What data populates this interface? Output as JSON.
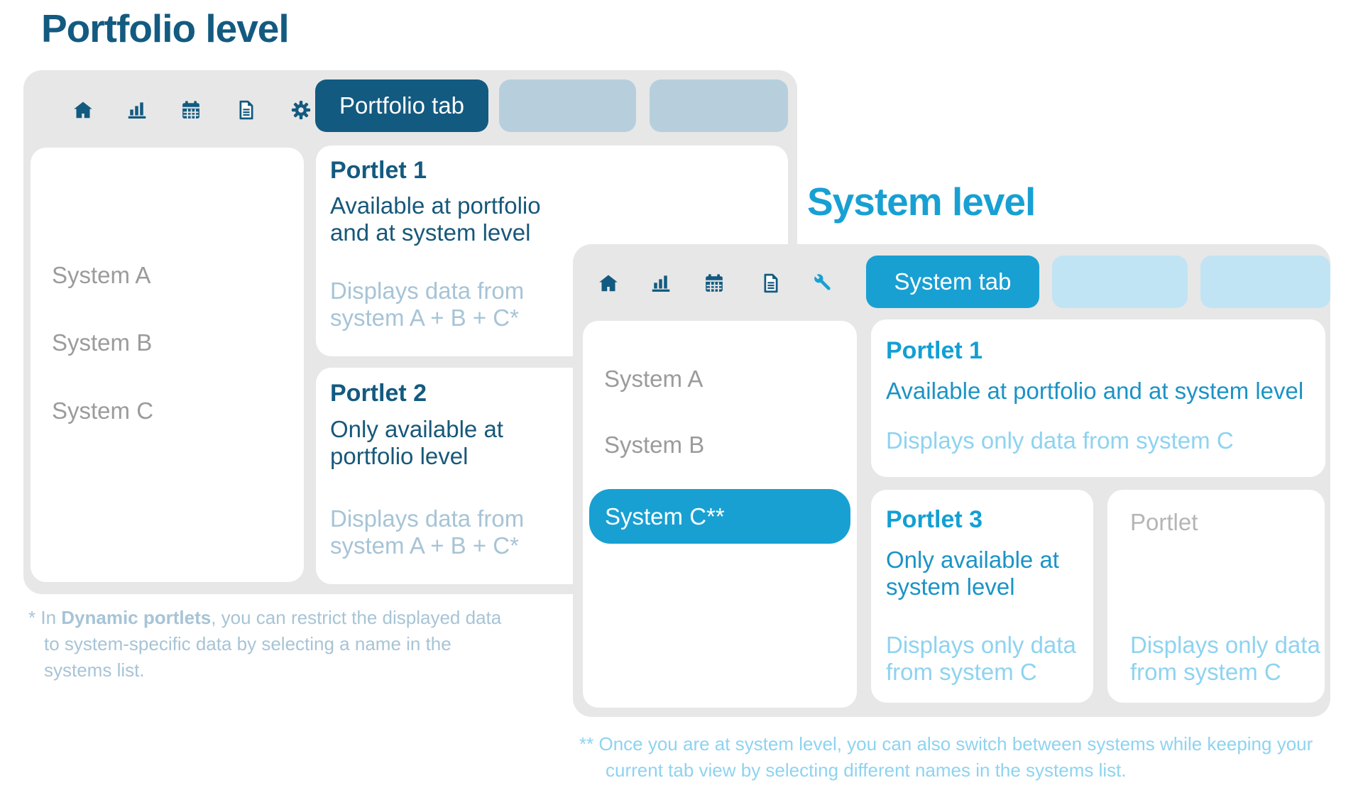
{
  "portfolio": {
    "title": "Portfolio level",
    "toolbar_icons": [
      "home-icon",
      "bar-chart-icon",
      "calendar-icon",
      "document-icon",
      "gear-icon"
    ],
    "active_tab": "Portfolio tab",
    "systems": [
      "System A",
      "System B",
      "System C"
    ],
    "portlets": [
      {
        "title": "Portlet 1",
        "body": "Available at portfolio\nand at system level",
        "note": "Displays data from\nsystem A + B + C*"
      },
      {
        "title": "Portlet 2",
        "body": "Only available at\nportfolio level",
        "note": "Displays data from\nsystem A + B + C*"
      }
    ],
    "footnote": {
      "marker": "* ",
      "lead": "In ",
      "bold": "Dynamic portlets",
      "rest": ", you can restrict the displayed data",
      "line2": "to system-specific data by selecting a name in the systems list."
    }
  },
  "system": {
    "title": "System level",
    "toolbar_icons": [
      "home-icon",
      "bar-chart-icon",
      "calendar-icon",
      "document-icon",
      "wrench-icon"
    ],
    "active_tab": "System tab",
    "systems": [
      "System A",
      "System B"
    ],
    "selected_system": "System C**",
    "portlets": [
      {
        "title": "Portlet 1",
        "body": "Available at portfolio and at system level",
        "note": "Displays only data from system C"
      },
      {
        "title": "Portlet 3",
        "body": "Only available at\nsystem level",
        "note": "Displays only data\nfrom system C"
      },
      {
        "title": "Portlet",
        "body": "",
        "note": "Displays only data\nfrom system C"
      }
    ],
    "footnote": {
      "marker": "** ",
      "line1": "Once you are at system level, you can also switch between systems while keeping your",
      "line2": "current tab view by selecting different names in the systems list."
    }
  },
  "colors": {
    "accent_dark": "#135a80",
    "accent_cyan": "#18a0d3",
    "muted_tab": "#b7cfdc",
    "light_tab": "#c0e4f3",
    "note_blue_gray": "#a7c4d6",
    "note_light_cyan": "#8ed3f0",
    "window_gray": "#e7e7e7",
    "sidebar_text_gray": "#9b9b9b"
  }
}
